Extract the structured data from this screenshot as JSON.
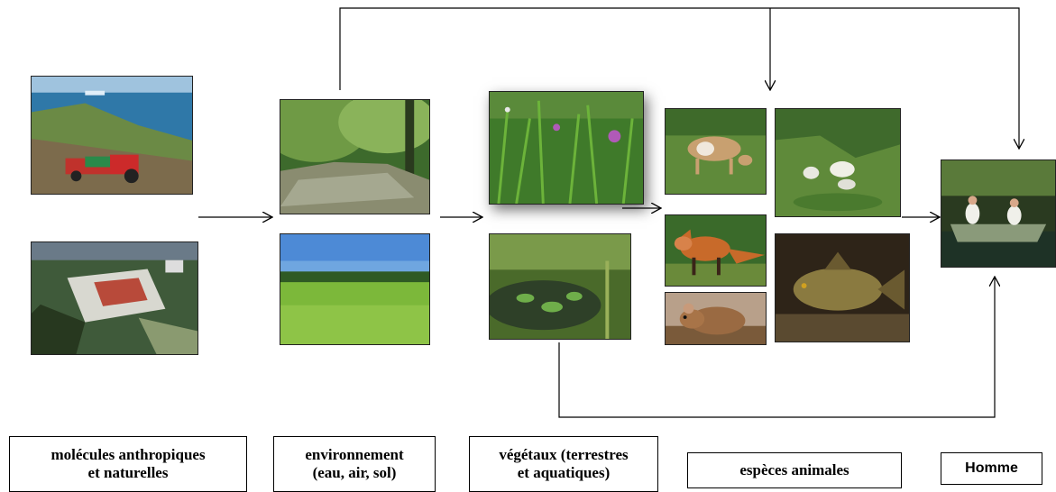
{
  "labels": {
    "molecules": "molécules anthropiques\net naturelles",
    "environnement": "environnement\n(eau, air, sol)",
    "vegetaux": "végétaux (terrestres\net aquatiques)",
    "especes": "espèces animales",
    "homme": "Homme"
  },
  "photos": {
    "tractor": "tractor-field-photo",
    "factory": "factory-aerial-photo",
    "river": "river-photo",
    "meadow": "meadow-photo",
    "wildflowers": "wildflowers-photo",
    "pond": "water-lily-pond-photo",
    "cow": "cow-photo",
    "sheep": "sheep-photo",
    "fox": "fox-photo",
    "mouse": "mouse-photo",
    "fish": "tench-fish-photo",
    "boat": "fishing-boat-photo"
  },
  "colors": {
    "arrow": "#000000",
    "border": "#222222"
  }
}
